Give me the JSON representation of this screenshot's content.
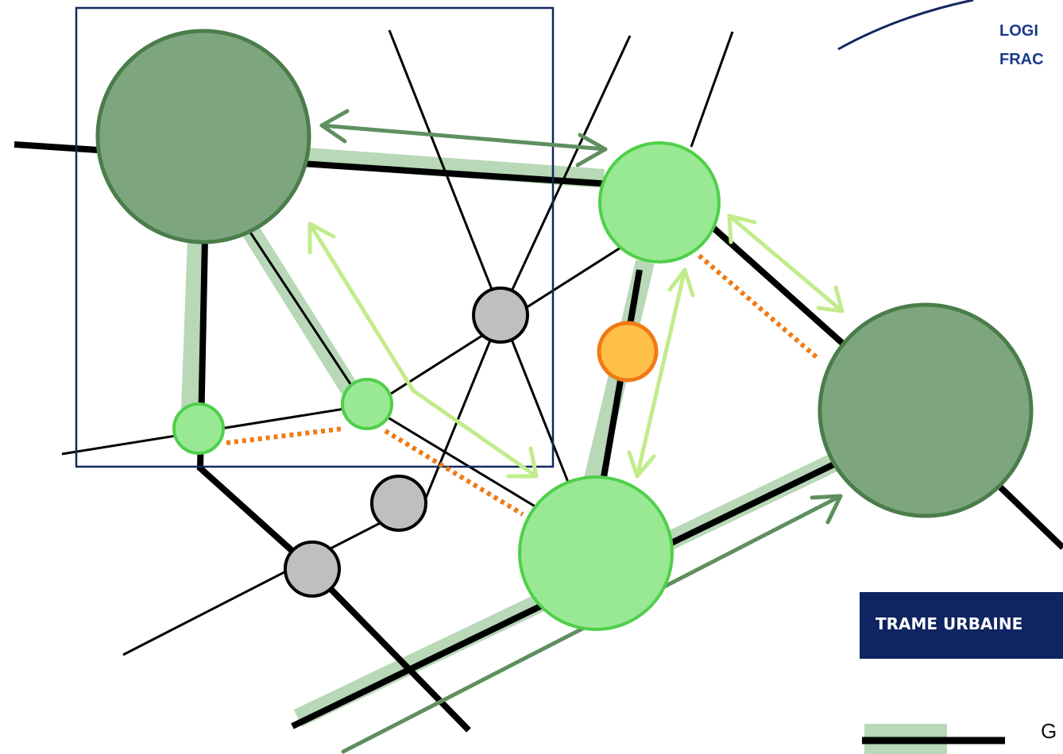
{
  "header": {
    "title_line1": "LOGI",
    "title_line2": "FRAC"
  },
  "panel": {
    "label": "TRAME URBAINE"
  },
  "legend": {
    "item1_label": "G"
  },
  "colors": {
    "major_pole": "#7ea67e",
    "major_pole_stroke": "#4a7d4a",
    "secondary_pole": "#98e894",
    "secondary_pole_stroke": "#4fcf4a",
    "minor_node": "#bfbfbf",
    "highlight_node": "#ffc04a",
    "highlight_stroke": "#f07a14",
    "corridor": "#b8d8b8",
    "dark_arrow": "#5f8f5f",
    "light_arrow": "#c2ec8c",
    "dotted_link": "#f07a14",
    "frame": "#13275e",
    "banner": "#0f2460"
  }
}
